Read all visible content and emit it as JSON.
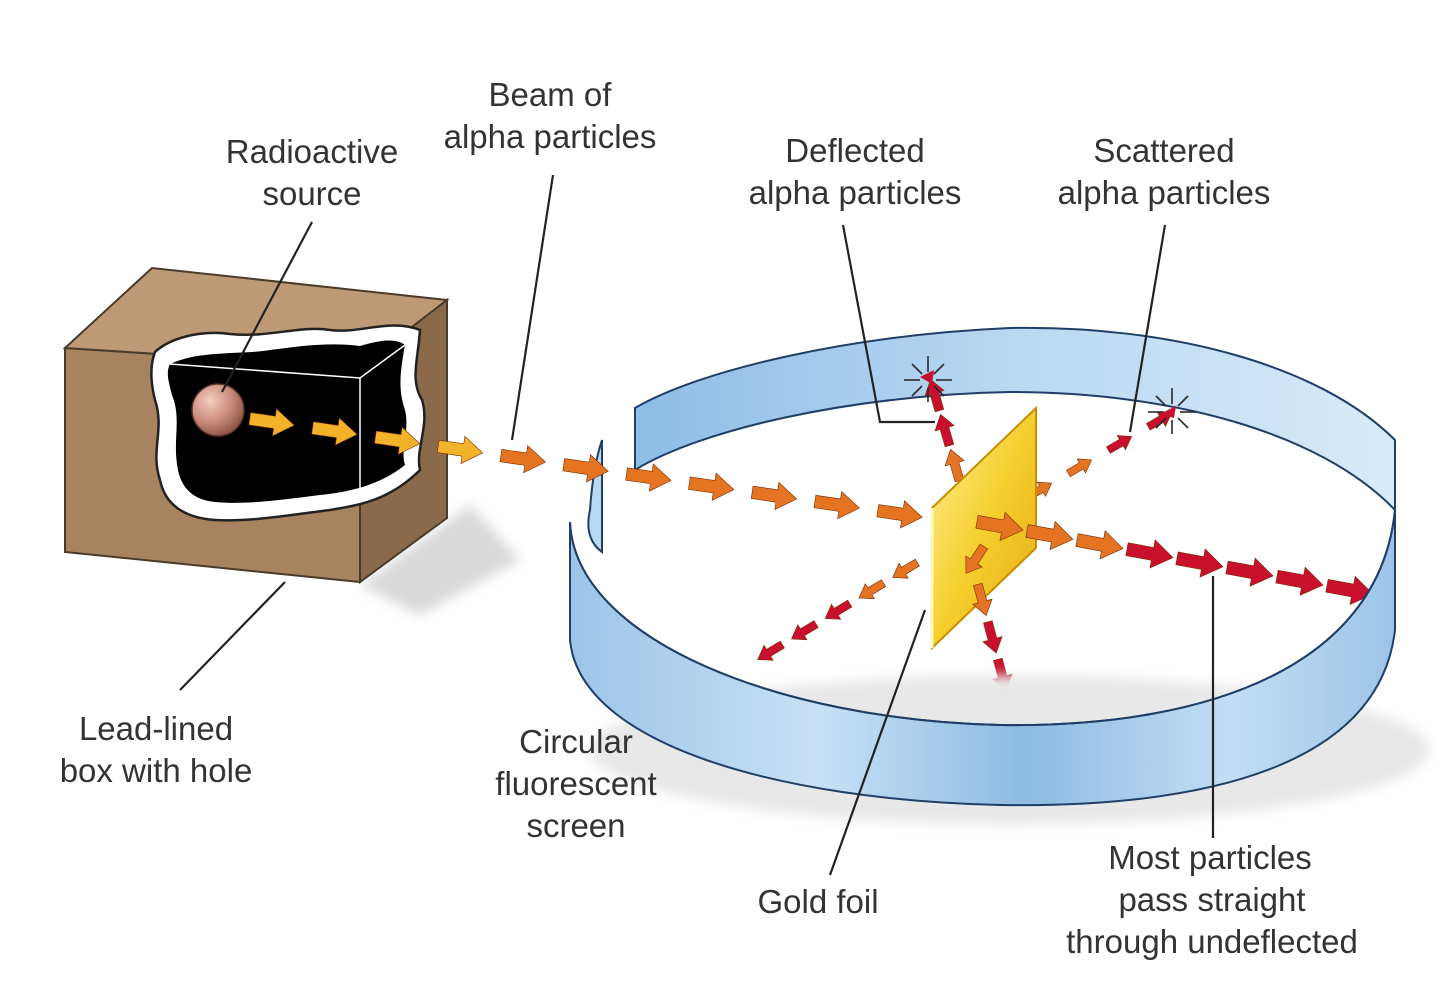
{
  "labels": {
    "radioactive_source": [
      "Radioactive",
      "source"
    ],
    "beam": [
      "Beam of",
      "alpha particles"
    ],
    "deflected": [
      "Deflected",
      "alpha particles"
    ],
    "scattered": [
      "Scattered",
      "alpha particles"
    ],
    "lead_box": [
      "Lead-lined",
      "box with hole"
    ],
    "screen": [
      "Circular",
      "fluorescent",
      "screen"
    ],
    "gold_foil": [
      "Gold foil"
    ],
    "most_particles": [
      "Most particles",
      "pass straight",
      "through undeflected"
    ]
  },
  "icons": {
    "source_sphere": "sphere-icon",
    "flash": "flash-icon",
    "particle_arrow": "arrow-icon"
  },
  "colors": {
    "box": "#a8835f",
    "box_top": "#bd9a75",
    "box_side": "#8a6a4b",
    "cavity": "#000000",
    "screen": "#a9cdee",
    "screen_light": "#d3e6f7",
    "gold": "#f2cc2a",
    "sphere": "#c98a7a",
    "arrow_yellow": "#f2b22a",
    "arrow_orange": "#e57422",
    "arrow_red": "#c8102e"
  }
}
